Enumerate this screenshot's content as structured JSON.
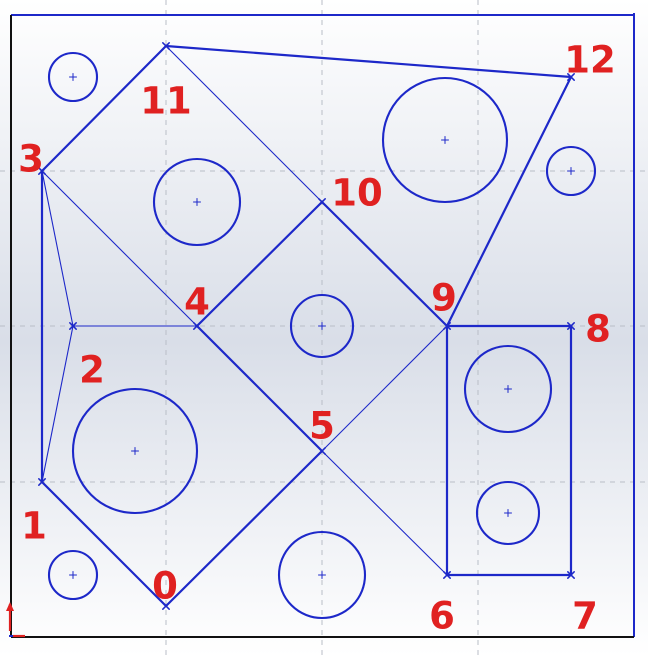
{
  "diagram": {
    "vertices": [
      {
        "id": "0",
        "label": "0"
      },
      {
        "id": "1",
        "label": "1"
      },
      {
        "id": "2",
        "label": "2"
      },
      {
        "id": "3",
        "label": "3"
      },
      {
        "id": "4",
        "label": "4"
      },
      {
        "id": "5",
        "label": "5"
      },
      {
        "id": "6",
        "label": "6"
      },
      {
        "id": "7",
        "label": "7"
      },
      {
        "id": "8",
        "label": "8"
      },
      {
        "id": "9",
        "label": "9"
      },
      {
        "id": "10",
        "label": "10"
      },
      {
        "id": "11",
        "label": "11"
      },
      {
        "id": "12",
        "label": "12"
      }
    ],
    "thick_edges": [
      [
        "0",
        "1"
      ],
      [
        "1",
        "3"
      ],
      [
        "3",
        "11"
      ],
      [
        "11",
        "12"
      ],
      [
        "12",
        "9"
      ],
      [
        "9",
        "10"
      ],
      [
        "10",
        "4"
      ],
      [
        "4",
        "5"
      ],
      [
        "5",
        "0"
      ],
      [
        "9",
        "8"
      ],
      [
        "8",
        "7"
      ],
      [
        "7",
        "6"
      ],
      [
        "6",
        "9"
      ]
    ],
    "thin_edges": [
      [
        "1",
        "2"
      ],
      [
        "2",
        "3"
      ],
      [
        "2",
        "4"
      ],
      [
        "3",
        "4"
      ],
      [
        "11",
        "10"
      ],
      [
        "5",
        "9"
      ],
      [
        "5",
        "6"
      ]
    ],
    "circles": [
      {
        "id": "circle-a"
      },
      {
        "id": "circle-b"
      },
      {
        "id": "circle-c"
      },
      {
        "id": "circle-d"
      },
      {
        "id": "circle-e"
      },
      {
        "id": "circle-f"
      },
      {
        "id": "circle-g"
      },
      {
        "id": "circle-h"
      },
      {
        "id": "circle-i"
      },
      {
        "id": "circle-j"
      },
      {
        "id": "circle-k"
      }
    ],
    "colors": {
      "edge": "#1d28c9",
      "label": "#e02121",
      "border": "#111111",
      "grid": "#b9bec7",
      "background_top": "#ffffff",
      "background_mid": "#d9dee8"
    }
  }
}
